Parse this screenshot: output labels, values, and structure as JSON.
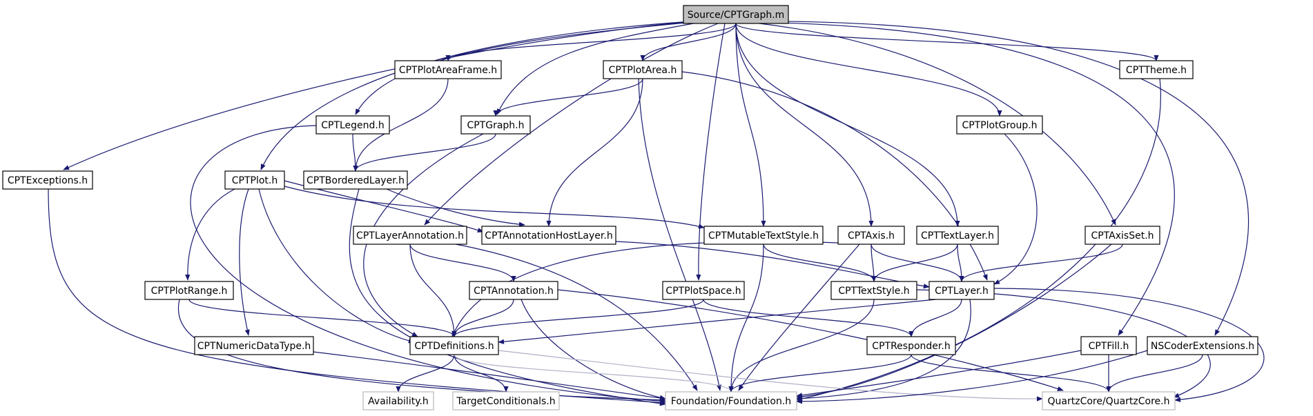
{
  "colors": {
    "edge": "#191970",
    "edge_light": "#b0b0c8",
    "node_border": "#000000",
    "node_border_external": "#b8b8b8",
    "node_fill": "#ffffff",
    "root_fill": "#bfbfbf",
    "text": "#000000"
  },
  "nodes": [
    {
      "id": "root",
      "label": "Source/CPTGraph.m",
      "kind": "root"
    },
    {
      "id": "plotareaframe",
      "label": "CPTPlotAreaFrame.h",
      "kind": "normal"
    },
    {
      "id": "plotarea",
      "label": "CPTPlotArea.h",
      "kind": "normal"
    },
    {
      "id": "theme",
      "label": "CPTTheme.h",
      "kind": "normal"
    },
    {
      "id": "legend",
      "label": "CPTLegend.h",
      "kind": "normal"
    },
    {
      "id": "graph",
      "label": "CPTGraph.h",
      "kind": "normal"
    },
    {
      "id": "plotgroup",
      "label": "CPTPlotGroup.h",
      "kind": "normal"
    },
    {
      "id": "exceptions",
      "label": "CPTExceptions.h",
      "kind": "normal"
    },
    {
      "id": "plot",
      "label": "CPTPlot.h",
      "kind": "normal"
    },
    {
      "id": "borderedlayer",
      "label": "CPTBorderedLayer.h",
      "kind": "normal"
    },
    {
      "id": "layerannotation",
      "label": "CPTLayerAnnotation.h",
      "kind": "normal"
    },
    {
      "id": "annotationhostlayer",
      "label": "CPTAnnotationHostLayer.h",
      "kind": "normal"
    },
    {
      "id": "mutabletextstyle",
      "label": "CPTMutableTextStyle.h",
      "kind": "normal"
    },
    {
      "id": "axis",
      "label": "CPTAxis.h",
      "kind": "normal"
    },
    {
      "id": "textlayer",
      "label": "CPTTextLayer.h",
      "kind": "normal"
    },
    {
      "id": "axisset",
      "label": "CPTAxisSet.h",
      "kind": "normal"
    },
    {
      "id": "plotrange",
      "label": "CPTPlotRange.h",
      "kind": "normal"
    },
    {
      "id": "annotation",
      "label": "CPTAnnotation.h",
      "kind": "normal"
    },
    {
      "id": "plotspace",
      "label": "CPTPlotSpace.h",
      "kind": "normal"
    },
    {
      "id": "textstyle",
      "label": "CPTTextStyle.h",
      "kind": "normal"
    },
    {
      "id": "layer",
      "label": "CPTLayer.h",
      "kind": "normal"
    },
    {
      "id": "numericdatatype",
      "label": "CPTNumericDataType.h",
      "kind": "normal"
    },
    {
      "id": "definitions",
      "label": "CPTDefinitions.h",
      "kind": "normal"
    },
    {
      "id": "responder",
      "label": "CPTResponder.h",
      "kind": "normal"
    },
    {
      "id": "fill",
      "label": "CPTFill.h",
      "kind": "normal"
    },
    {
      "id": "nscoder",
      "label": "NSCoderExtensions.h",
      "kind": "normal"
    },
    {
      "id": "availability",
      "label": "Availability.h",
      "kind": "external"
    },
    {
      "id": "targetconditionals",
      "label": "TargetConditionals.h",
      "kind": "external"
    },
    {
      "id": "foundation",
      "label": "Foundation/Foundation.h",
      "kind": "external"
    },
    {
      "id": "quartzcore",
      "label": "QuartzCore/QuartzCore.h",
      "kind": "external"
    }
  ],
  "edges": [
    [
      "root",
      "plotareaframe"
    ],
    [
      "root",
      "plotarea"
    ],
    [
      "root",
      "theme"
    ],
    [
      "root",
      "legend"
    ],
    [
      "root",
      "graph"
    ],
    [
      "root",
      "plotgroup"
    ],
    [
      "root",
      "exceptions"
    ],
    [
      "root",
      "plot"
    ],
    [
      "root",
      "layerannotation"
    ],
    [
      "root",
      "mutabletextstyle"
    ],
    [
      "root",
      "axis"
    ],
    [
      "root",
      "textlayer"
    ],
    [
      "root",
      "axisset"
    ],
    [
      "root",
      "plotspace"
    ],
    [
      "root",
      "fill"
    ],
    [
      "root",
      "nscoder"
    ],
    [
      "plotareaframe",
      "borderedlayer"
    ],
    [
      "plotarea",
      "graph"
    ],
    [
      "plotarea",
      "annotationhostlayer"
    ],
    [
      "plotarea",
      "layer"
    ],
    [
      "plotarea",
      "foundation"
    ],
    [
      "theme",
      "foundation"
    ],
    [
      "legend",
      "borderedlayer"
    ],
    [
      "legend",
      "foundation"
    ],
    [
      "graph",
      "borderedlayer"
    ],
    [
      "graph",
      "definitions"
    ],
    [
      "plotgroup",
      "layer"
    ],
    [
      "exceptions",
      "foundation"
    ],
    [
      "plot",
      "annotationhostlayer"
    ],
    [
      "plot",
      "mutabletextstyle"
    ],
    [
      "plot",
      "plotrange"
    ],
    [
      "plot",
      "numericdatatype"
    ],
    [
      "plot",
      "definitions"
    ],
    [
      "borderedlayer",
      "annotationhostlayer"
    ],
    [
      "borderedlayer",
      "foundation"
    ],
    [
      "layerannotation",
      "annotation"
    ],
    [
      "layerannotation",
      "definitions"
    ],
    [
      "layerannotation",
      "foundation"
    ],
    [
      "annotationhostlayer",
      "layer"
    ],
    [
      "mutabletextstyle",
      "textstyle"
    ],
    [
      "mutabletextstyle",
      "foundation"
    ],
    [
      "axis",
      "textstyle"
    ],
    [
      "axis",
      "layer"
    ],
    [
      "axis",
      "definitions"
    ],
    [
      "axis",
      "foundation"
    ],
    [
      "textlayer",
      "textstyle"
    ],
    [
      "textlayer",
      "layer"
    ],
    [
      "axisset",
      "layer"
    ],
    [
      "axisset",
      "foundation"
    ],
    [
      "plotrange",
      "definitions"
    ],
    [
      "plotrange",
      "foundation"
    ],
    [
      "annotation",
      "definitions"
    ],
    [
      "annotation",
      "foundation"
    ],
    [
      "annotation",
      "quartzcore"
    ],
    [
      "plotspace",
      "definitions"
    ],
    [
      "plotspace",
      "responder"
    ],
    [
      "textstyle",
      "foundation"
    ],
    [
      "textstyle",
      "quartzcore"
    ],
    [
      "layer",
      "responder"
    ],
    [
      "layer",
      "definitions"
    ],
    [
      "layer",
      "foundation"
    ],
    [
      "layer",
      "quartzcore"
    ],
    [
      "numericdatatype",
      "foundation"
    ],
    [
      "definitions",
      "availability"
    ],
    [
      "definitions",
      "targetconditionals"
    ],
    [
      "definitions",
      "foundation"
    ],
    [
      "definitions",
      "quartzcore"
    ],
    [
      "responder",
      "foundation"
    ],
    [
      "responder",
      "quartzcore"
    ],
    [
      "fill",
      "foundation"
    ],
    [
      "fill",
      "quartzcore"
    ],
    [
      "nscoder",
      "foundation"
    ],
    [
      "nscoder",
      "quartzcore"
    ]
  ]
}
